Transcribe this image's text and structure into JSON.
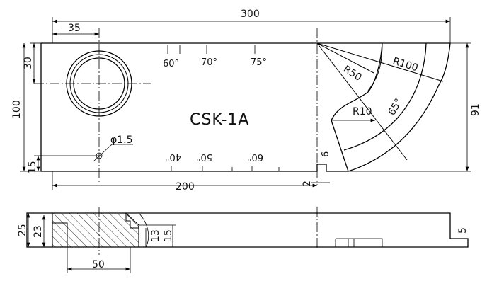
{
  "title": "CSK-1A",
  "dimensions": {
    "length": "300",
    "height": "100",
    "hole_offset_x": "35",
    "hole_offset_y": "30",
    "pin_hole": "φ1.5",
    "pin_hole_height": "15",
    "notch_position": "200",
    "notch_width": "2",
    "height_right": "91",
    "radius_small": "R50",
    "radius_large": "R100",
    "notch_radius": "R10",
    "thickness": "25",
    "insert_depth": "23",
    "insert_width": "50",
    "step_13": "13",
    "step_15": "15",
    "slot_depth": "5"
  },
  "angle_marks_top": [
    "60°",
    "70°",
    "75°"
  ],
  "angle_marks_bottom": [
    "40°",
    "50°",
    "60°"
  ],
  "arc_angle": "65°"
}
